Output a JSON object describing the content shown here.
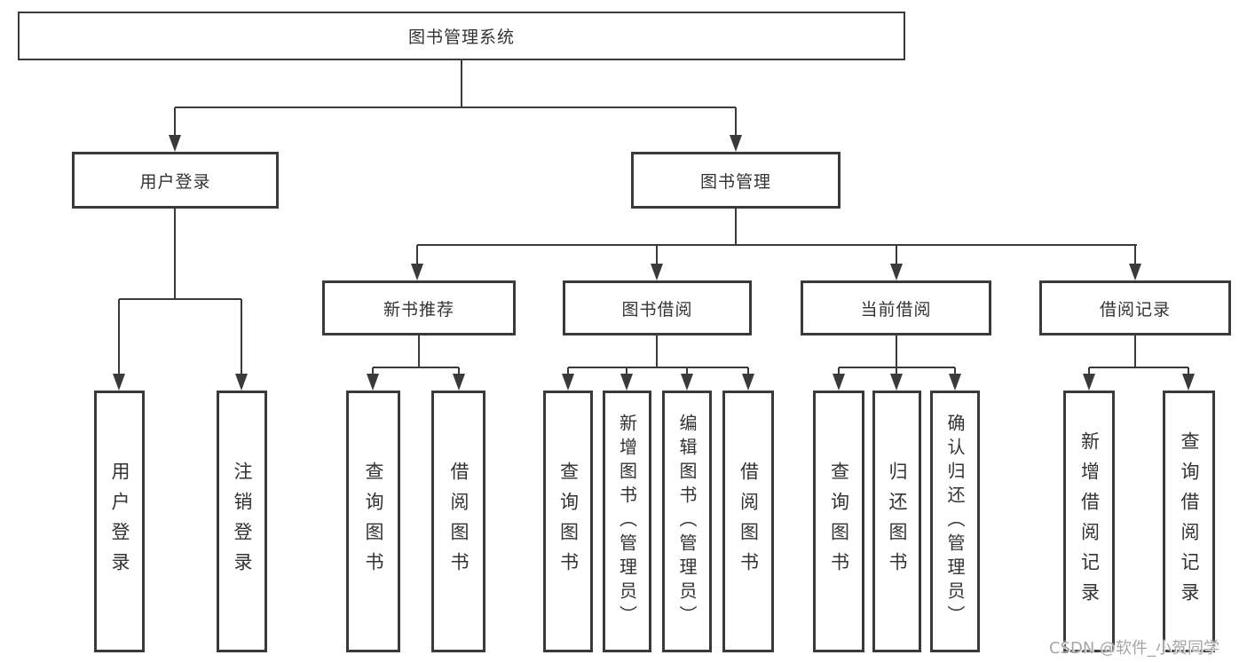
{
  "tree": {
    "root": {
      "label": "图书管理系统",
      "children": [
        {
          "label": "用户登录",
          "children": [
            {
              "label": "用户登录"
            },
            {
              "label": "注销登录"
            }
          ]
        },
        {
          "label": "图书管理",
          "children": [
            {
              "label": "新书推荐",
              "children": [
                {
                  "label": "查询图书"
                },
                {
                  "label": "借阅图书"
                }
              ]
            },
            {
              "label": "图书借阅",
              "children": [
                {
                  "label": "查询图书"
                },
                {
                  "label": "新增图书（管理员）"
                },
                {
                  "label": "编辑图书（管理员）"
                },
                {
                  "label": "借阅图书"
                }
              ]
            },
            {
              "label": "当前借阅",
              "children": [
                {
                  "label": "查询图书"
                },
                {
                  "label": "归还图书"
                },
                {
                  "label": "确认归还（管理员）"
                }
              ]
            },
            {
              "label": "借阅记录",
              "children": [
                {
                  "label": "新增借阅记录"
                },
                {
                  "label": "查询借阅记录"
                }
              ]
            }
          ]
        }
      ]
    }
  },
  "watermark": {
    "text": "CSDN @软件_小贺同学"
  },
  "colors": {
    "line": "#3a3a3a",
    "text": "#333333",
    "background": "#ffffff",
    "watermark_color": "#a6a6a6"
  }
}
